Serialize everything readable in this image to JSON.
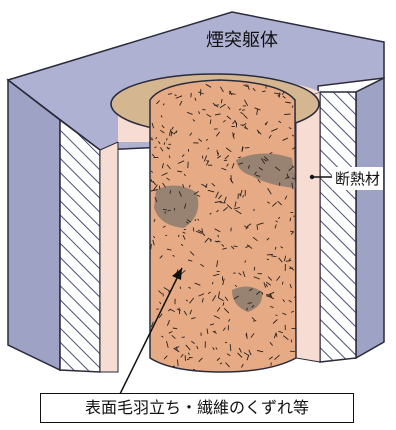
{
  "labels": {
    "chimney_body": "煙突躯体",
    "insulation": "断熱材",
    "callout": "表面毛羽立ち・繊維のくずれ等"
  },
  "colors": {
    "wall_face": "#9ea3c6",
    "wall_top": "#aeb1d2",
    "hatch_stroke": "#4a5078",
    "insulation": "#f6dcd2",
    "flue_rim": "#d4b690",
    "flue_core": "#e6ab84",
    "fiber_marks": "#2a2220",
    "damage_patch": "#8a7a6e",
    "outline": "#2a2a3a"
  },
  "icons": [
    "leader-arrow"
  ]
}
